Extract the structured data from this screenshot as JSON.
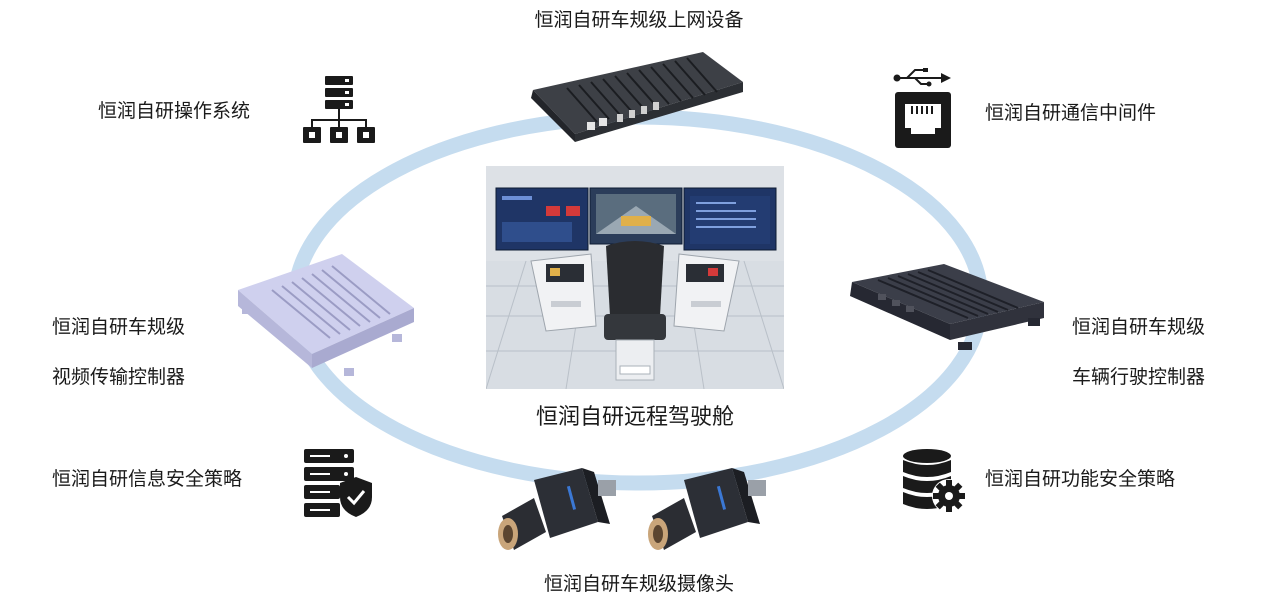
{
  "diagram": {
    "center_title": "恒润自研远程驾驶舱",
    "nodes": {
      "top": "恒润自研车规级上网设备",
      "top_left": "恒润自研操作系统",
      "top_right": "恒润自研通信中间件",
      "left_line1": "恒润自研车规级",
      "left_line2": "视频传输控制器",
      "right_line1": "恒润自研车规级",
      "right_line2": "车辆行驶控制器",
      "bottom_left": "恒润自研信息安全策略",
      "bottom_right": "恒润自研功能安全策略",
      "bottom": "恒润自研车规级摄像头"
    },
    "icons": {
      "top_left": "server-network-icon",
      "top_right": "usb-ethernet-icon",
      "bottom_left": "server-shield-icon",
      "bottom_right": "database-gear-icon"
    },
    "colors": {
      "ring": "#c5dcef",
      "icon": "#1a1a1a"
    }
  }
}
